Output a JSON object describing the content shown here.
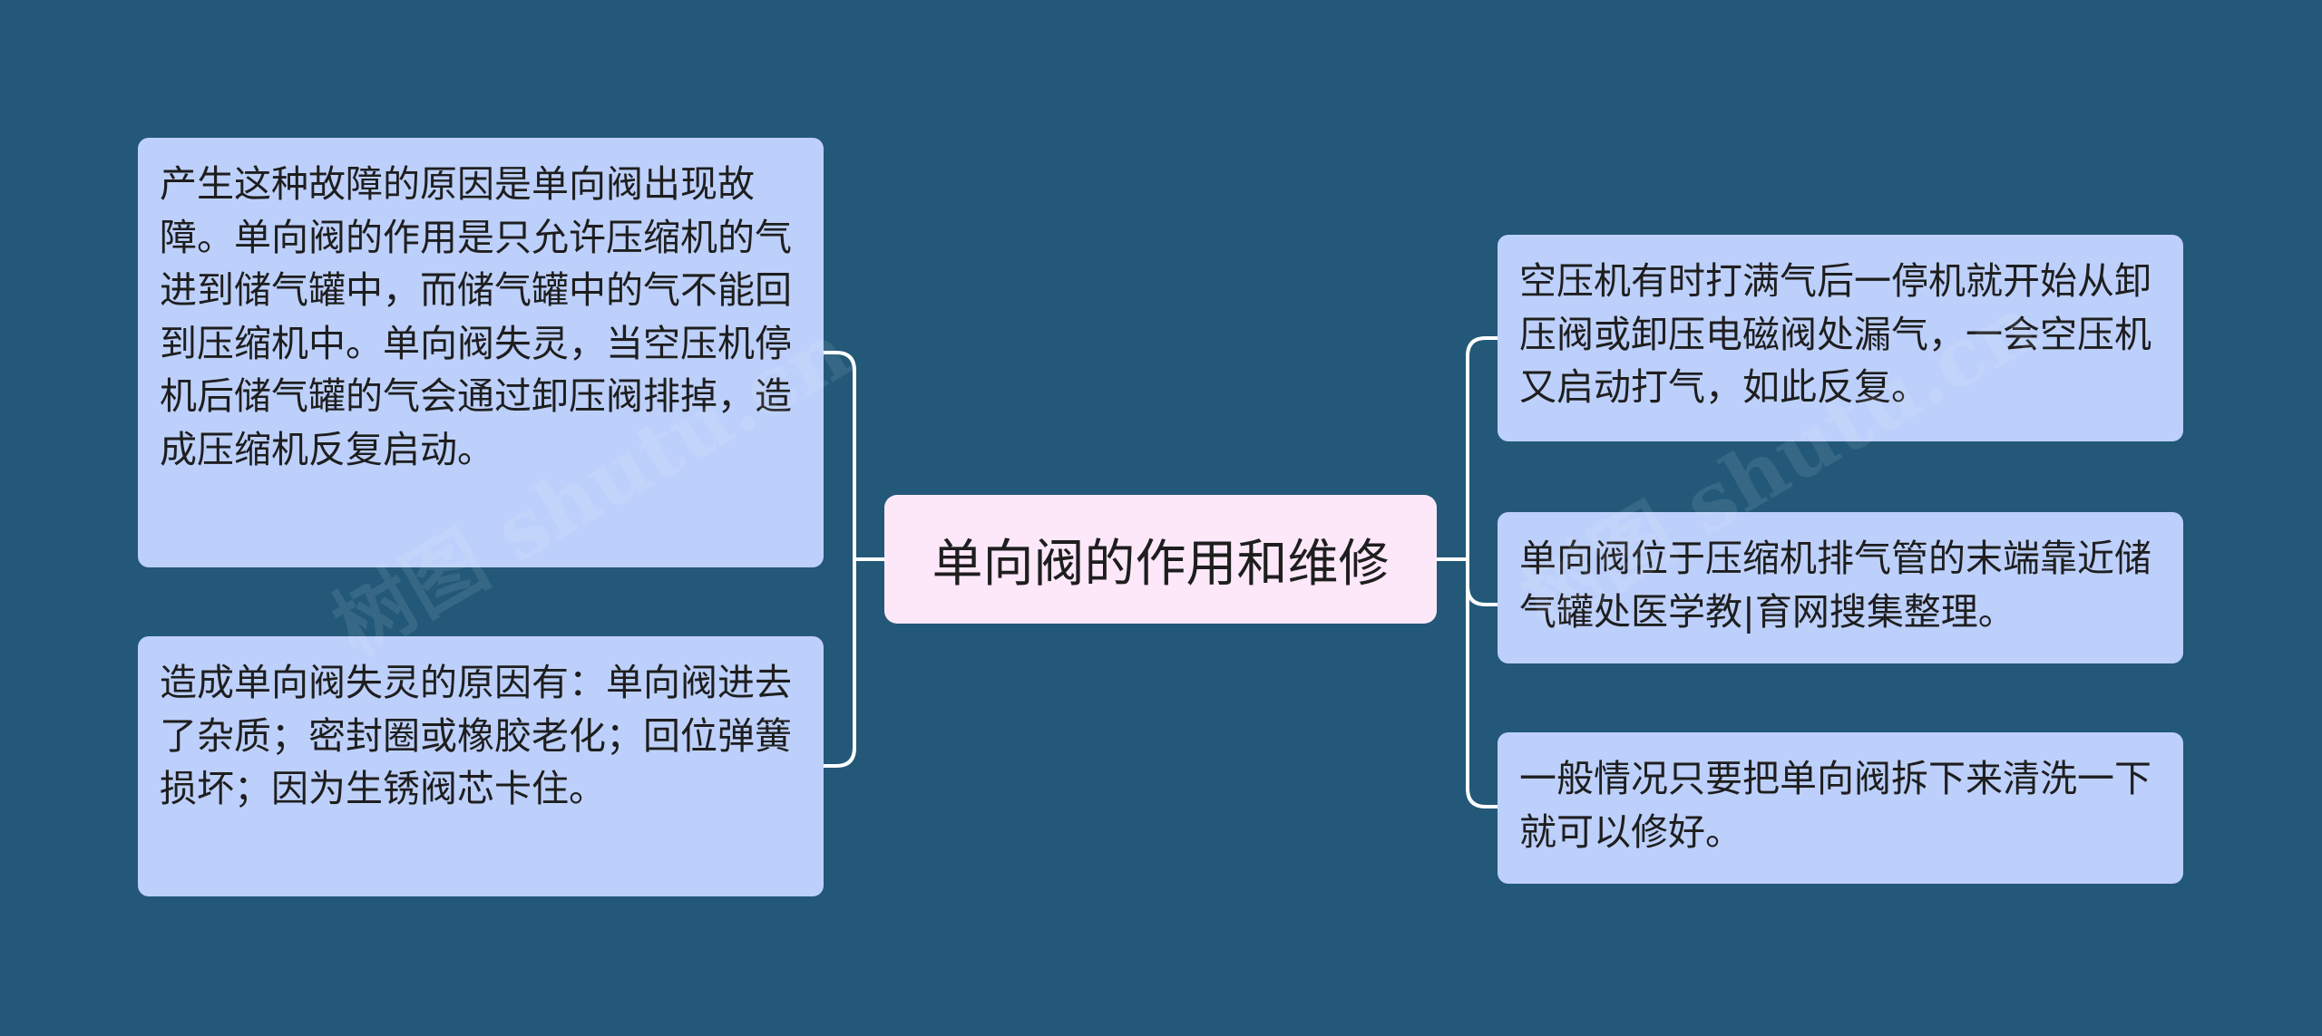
{
  "center": {
    "label": "单向阀的作用和维修"
  },
  "left_nodes": [
    {
      "text": "产生这种故障的原因是单向阀出现故障。单向阀的作用是只允许压缩机的气进到储气罐中，而储气罐中的气不能回到压缩机中。单向阀失灵，当空压机停机后储气罐的气会通过卸压阀排掉，造成压缩机反复启动。"
    },
    {
      "text": "造成单向阀失灵的原因有：单向阀进去了杂质；密封圈或橡胶老化；回位弹簧损坏；因为生锈阀芯卡住。"
    }
  ],
  "right_nodes": [
    {
      "text": "空压机有时打满气后一停机就开始从卸压阀或卸压电磁阀处漏气，一会空压机又启动打气，如此反复。"
    },
    {
      "text": "单向阀位于压缩机排气管的末端靠近储气罐处医学教|育网搜集整理。"
    },
    {
      "text": "一般情况只要把单向阀拆下来清洗一下就可以修好。"
    }
  ],
  "watermarks": [
    "树图 shutu.cn",
    "树图 shutu.cn"
  ],
  "colors": {
    "background": "#235878",
    "node_fill": "#bdd0fb",
    "center_fill": "#fde8fa",
    "connector": "#ffffff"
  }
}
